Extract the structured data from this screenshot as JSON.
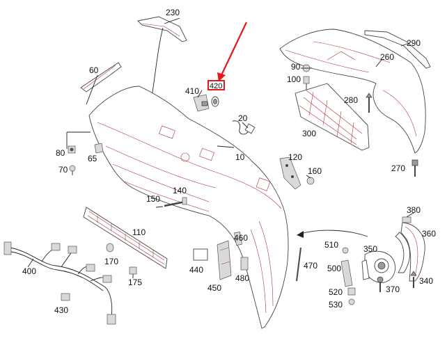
{
  "labels": {
    "p230": "230",
    "p60": "60",
    "p410": "410",
    "p420": "420",
    "p20": "20",
    "p10": "10",
    "p80": "80",
    "p65": "65",
    "p70": "70",
    "p150": "150",
    "p140": "140",
    "p110": "110",
    "p400": "400",
    "p170": "170",
    "p175": "175",
    "p430": "430",
    "p440": "440",
    "p450": "450",
    "p460": "460",
    "p480": "480",
    "p470": "470",
    "p290": "290",
    "p260": "260",
    "p90": "90",
    "p100": "100",
    "p280": "280",
    "p300": "300",
    "p270": "270",
    "p120": "120",
    "p160": "160",
    "p380": "380",
    "p360": "360",
    "p510": "510",
    "p350": "350",
    "p500": "500",
    "p520": "520",
    "p370": "370",
    "p340": "340",
    "p530": "530"
  },
  "highlight": {
    "part": "420",
    "color": "#e8141b"
  }
}
